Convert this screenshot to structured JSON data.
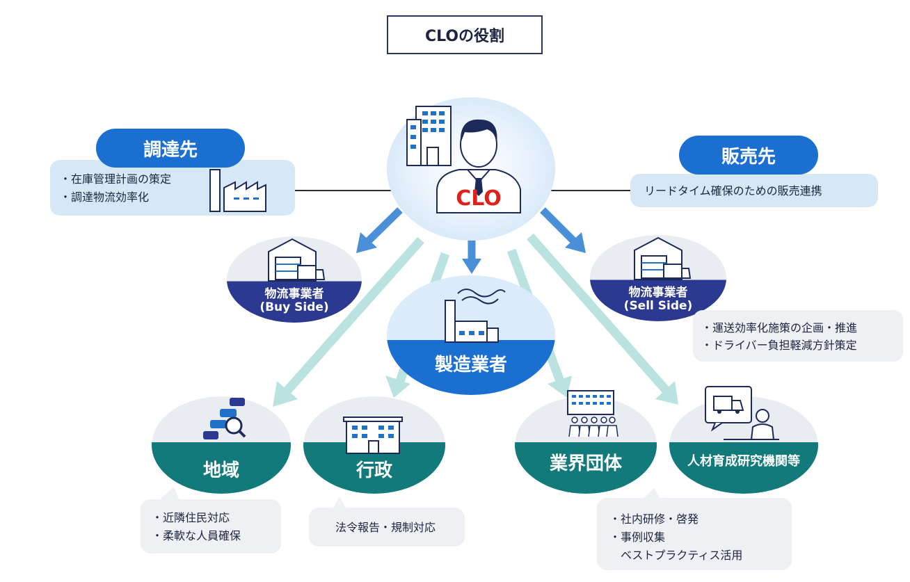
{
  "title": "CLOの役割",
  "center": {
    "label": "CLO"
  },
  "procurement": {
    "label": "調達先",
    "items": [
      "・在庫管理計画の策定",
      "・調達物流効率化"
    ]
  },
  "sales": {
    "label": "販売先",
    "items": [
      "リードタイム確保のための販売連携"
    ]
  },
  "logistics_buy": {
    "line1": "物流事業者",
    "line2": "(Buy Side)"
  },
  "logistics_sell": {
    "line1": "物流事業者",
    "line2": "(Sell Side)",
    "items": [
      "・運送効率化施策の企画・推進",
      "・ドライバー負担軽減方針策定"
    ]
  },
  "manufacturer": {
    "label": "製造業者"
  },
  "region": {
    "label": "地域",
    "items": [
      "・近隣住民対応",
      "・柔軟な人員確保"
    ]
  },
  "government": {
    "label": "行政",
    "items": [
      "法令報告・規制対応"
    ]
  },
  "industry": {
    "label": "業界団体"
  },
  "research": {
    "label": "人材育成研究機関等",
    "items": [
      "・社内研修・啓発",
      "・事例収集",
      "　ベストプラクティス活用"
    ]
  },
  "colors": {
    "navy": "#2b3990",
    "blue": "#1a6fd0",
    "teal": "#127a7a",
    "light_teal_arrow": "#b9e2e0",
    "blue_arrow": "#4a90d9",
    "clo_red": "#e0201b"
  }
}
